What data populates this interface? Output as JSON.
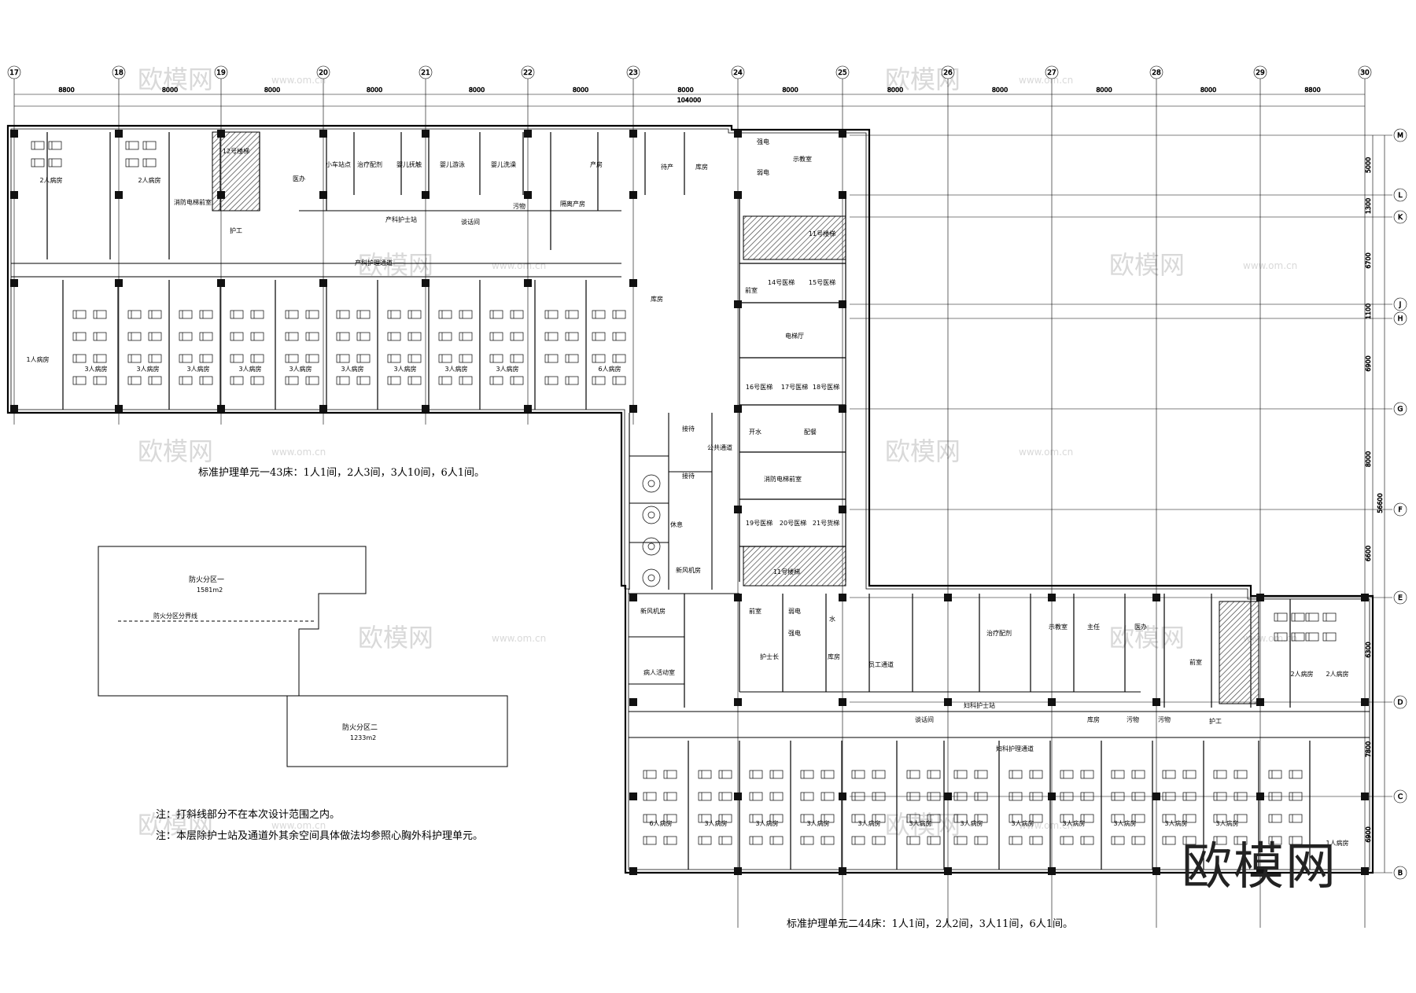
{
  "grid": {
    "columns": [
      "17",
      "18",
      "19",
      "20",
      "21",
      "22",
      "23",
      "24",
      "25",
      "26",
      "27",
      "28",
      "29",
      "30"
    ],
    "column_spacings": [
      "8800",
      "8000",
      "8000",
      "8000",
      "8000",
      "8000",
      "8000",
      "8000",
      "8000",
      "8000",
      "8000",
      "8000",
      "8800"
    ],
    "total_width": "104000",
    "rows": [
      "M",
      "L",
      "K",
      "J",
      "H",
      "G",
      "F",
      "E",
      "D",
      "C",
      "B"
    ],
    "row_spacings": [
      "5000",
      "1300",
      "6700",
      "1100",
      "6900",
      "8000",
      "6600",
      "6300",
      "7800",
      "6900"
    ],
    "total_height": "56600"
  },
  "unit1": {
    "rooms": {
      "two_bed_a": "2人病房",
      "two_bed_b": "2人病房",
      "stair": "12号楼梯",
      "fire_room": "消防电梯前室",
      "doctor": "医办",
      "nurse_sub": "小车站点",
      "treatment": "治疗配剂",
      "baby_care": "婴儿抚触",
      "baby_bath": "婴儿游泳",
      "baby_wash": "婴儿洗澡",
      "delivery": "产房",
      "pre_delivery": "待产",
      "storage": "库房",
      "store2": "库房",
      "nurse_station": "产科护士站",
      "corridor": "产科护理通道",
      "isolation_delivery": "隔离产房",
      "soiled": "污物",
      "talk": "谈话间",
      "one_bed": "1人病房",
      "three_bed": "3人病房",
      "six_bed": "6人病房",
      "worker": "护工"
    },
    "summary": "标准护理单元一43床：1人1间，2人3间，3人10间，6人1间。"
  },
  "core": {
    "rooms": {
      "strong_elec": "强电",
      "weak_elec": "弱电",
      "teaching": "示教室",
      "stair": "11号楼梯",
      "front_room": "前室",
      "elevator_hall": "电梯厅",
      "public_corridor": "公共通道",
      "boiling_water": "开水",
      "pantry": "配餐",
      "fire_elevator_note": "消防电梯前室",
      "reception": "接待",
      "rest": "休息",
      "fresh_air": "新风机房",
      "lift_14": "14号医梯",
      "lift_15": "15号医梯",
      "lift_16": "16号医梯",
      "lift_17": "17号医梯",
      "lift_18": "18号医梯",
      "lift_19": "19号医梯",
      "lift_20": "20号医梯",
      "lift_21": "21号货梯",
      "patient_activity": "病人活动室",
      "water": "水",
      "water_store": "库房"
    }
  },
  "unit2": {
    "rooms": {
      "nurse_station": "妇科护士站",
      "corridor": "妇科护理通道",
      "staff_corridor": "员工通道",
      "treatment": "治疗配剂",
      "teaching": "示教室",
      "director": "主任",
      "doctor": "医办",
      "head_nurse": "护士长",
      "storage": "库房",
      "soiled": "污物",
      "worker": "护工",
      "six_bed": "6人病房",
      "three_bed": "3人病房",
      "one_bed": "1人病房",
      "two_bed": "2人病房",
      "front_room": "前室",
      "talk": "谈话间"
    },
    "summary": "标准护理单元二44床：1人1间，2人2间，3人11间，6人1间。"
  },
  "fire_zones": {
    "zone1": "防火分区一",
    "zone1_area": "1581m2",
    "zone2": "防火分区二",
    "zone2_area": "1233m2",
    "boundary": "防火分区分界线"
  },
  "notes": {
    "note1": "注：打斜线部分不在本次设计范围之内。",
    "note2": "注：本层除护士站及通道外其余空间具体做法均参照心胸外科护理单元。"
  },
  "watermark": {
    "text": "欧模网",
    "url": "www.om.cn"
  },
  "brand": "欧模网",
  "colors": {
    "line": "#000000",
    "hatch": "#555555",
    "watermark": "#d9d9d9"
  }
}
